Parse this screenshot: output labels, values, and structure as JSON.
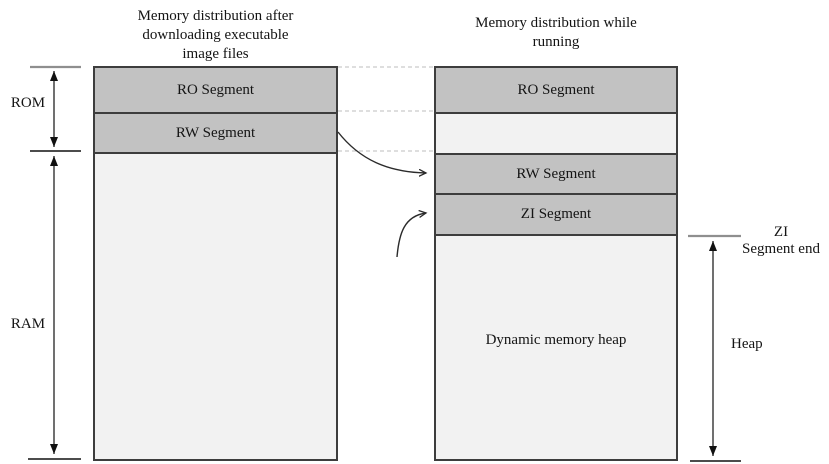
{
  "colors": {
    "segment_fill": "#c2c2c2",
    "light_fill": "#f2f2f2",
    "border": "#3d3d3d",
    "dashed_line": "#c9c9c9",
    "arrow": "#1a1a1a",
    "gray_tick": "#8f8f8f",
    "text": "#141414"
  },
  "left_column": {
    "title_lines": [
      "Memory distribution after",
      "downloading executable",
      "image files"
    ],
    "segments": [
      "RO Segment",
      "RW Segment"
    ]
  },
  "right_column": {
    "title_lines": [
      "Memory distribution while",
      "running"
    ],
    "segments": [
      "RO Segment",
      "RW Segment",
      "ZI Segment",
      "Dynamic memory heap"
    ]
  },
  "brackets": {
    "rom_label": "ROM",
    "ram_label": "RAM",
    "zi_end_lines": [
      "ZI",
      "Segment end"
    ],
    "heap_label": "Heap"
  }
}
